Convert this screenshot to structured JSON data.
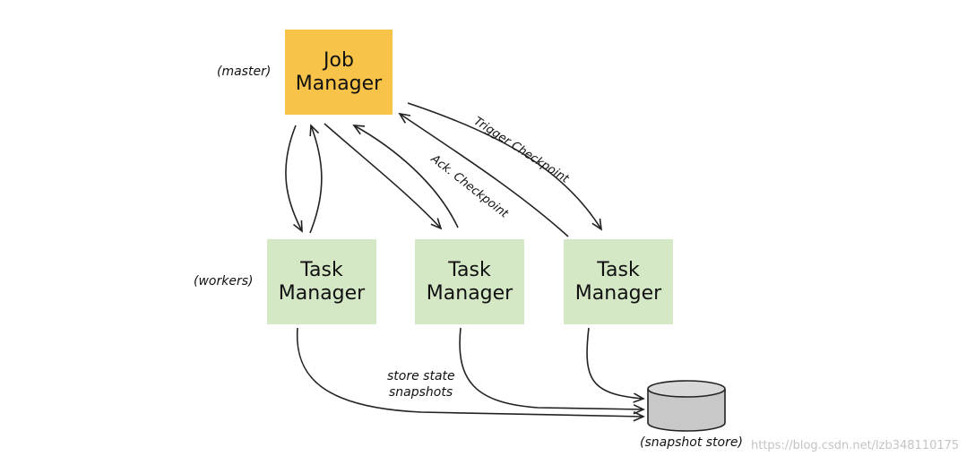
{
  "job_manager": {
    "line1": "Job",
    "line2": "Manager",
    "role_label": "(master)"
  },
  "task_managers": [
    {
      "line1": "Task",
      "line2": "Manager"
    },
    {
      "line1": "Task",
      "line2": "Manager"
    },
    {
      "line1": "Task",
      "line2": "Manager"
    }
  ],
  "workers_label": "(workers)",
  "edge_labels": {
    "trigger": "Trigger Checkpoint",
    "ack": "Ack. Checkpoint",
    "store_line1": "store state",
    "store_line2": "snapshots"
  },
  "snapshot_store_label": "(snapshot store)",
  "watermark": "https://blog.csdn.net/lzb348110175",
  "colors": {
    "job_manager_fill": "#f7c348",
    "task_manager_fill": "#d5e8c6",
    "store_fill": "#c8c8c8",
    "arrow": "#222222"
  }
}
